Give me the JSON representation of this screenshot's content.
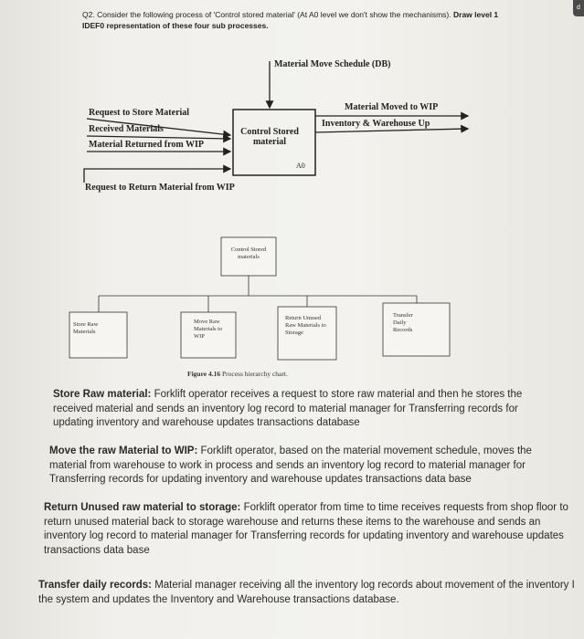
{
  "badge": "d",
  "question": {
    "number": "Q2.",
    "text": "Consider the following process of 'Control stored material' (At A0 level we don't show the mechanisms).",
    "instruction": "Draw level 1 IDEF0 representation of these four sub processes."
  },
  "idef0": {
    "control": "Material Move Schedule (DB)",
    "inputs": [
      "Request to Store Material",
      "Received Materials",
      "Material Returned from WIP"
    ],
    "bottom_input": "Request to Return Material from WIP",
    "outputs": [
      "Material Moved to WIP",
      "Inventory & Warehouse Up"
    ],
    "box_title": "Control Stored material",
    "node": "A0"
  },
  "hierarchy": {
    "root": "Control Stored materials",
    "children": [
      "Store Raw Materials",
      "Move Raw Materials to WIP",
      "Return Unused Raw Materials to Storage",
      "Transfer Daily Records"
    ]
  },
  "figure_caption": {
    "label": "Figure 4.16",
    "text": "Process hierarchy chart."
  },
  "paragraphs": [
    {
      "title": "Store Raw material:",
      "body": "Forklift operator receives a request to store raw material and then he stores the received material and sends an inventory log record to material manager for Transferring records for updating inventory and warehouse updates transactions database"
    },
    {
      "title": "Move the raw Material to WIP:",
      "body": "Forklift operator, based on the material movement schedule, moves the material from warehouse to work in process and sends an inventory log record to material manager for Transferring records for updating inventory and warehouse updates transactions data base"
    },
    {
      "title": "Return Unused raw material to storage:",
      "body": "Forklift operator from time to time receives requests from shop floor to return unused material back to storage warehouse and returns these items to the warehouse and sends an inventory log record to material manager for Transferring records for updating inventory and warehouse updates transactions data base"
    },
    {
      "title": "Transfer daily records:",
      "body": "Material manager receiving all the inventory log records about movement of the inventory I the system and updates the Inventory and Warehouse transactions database."
    }
  ]
}
